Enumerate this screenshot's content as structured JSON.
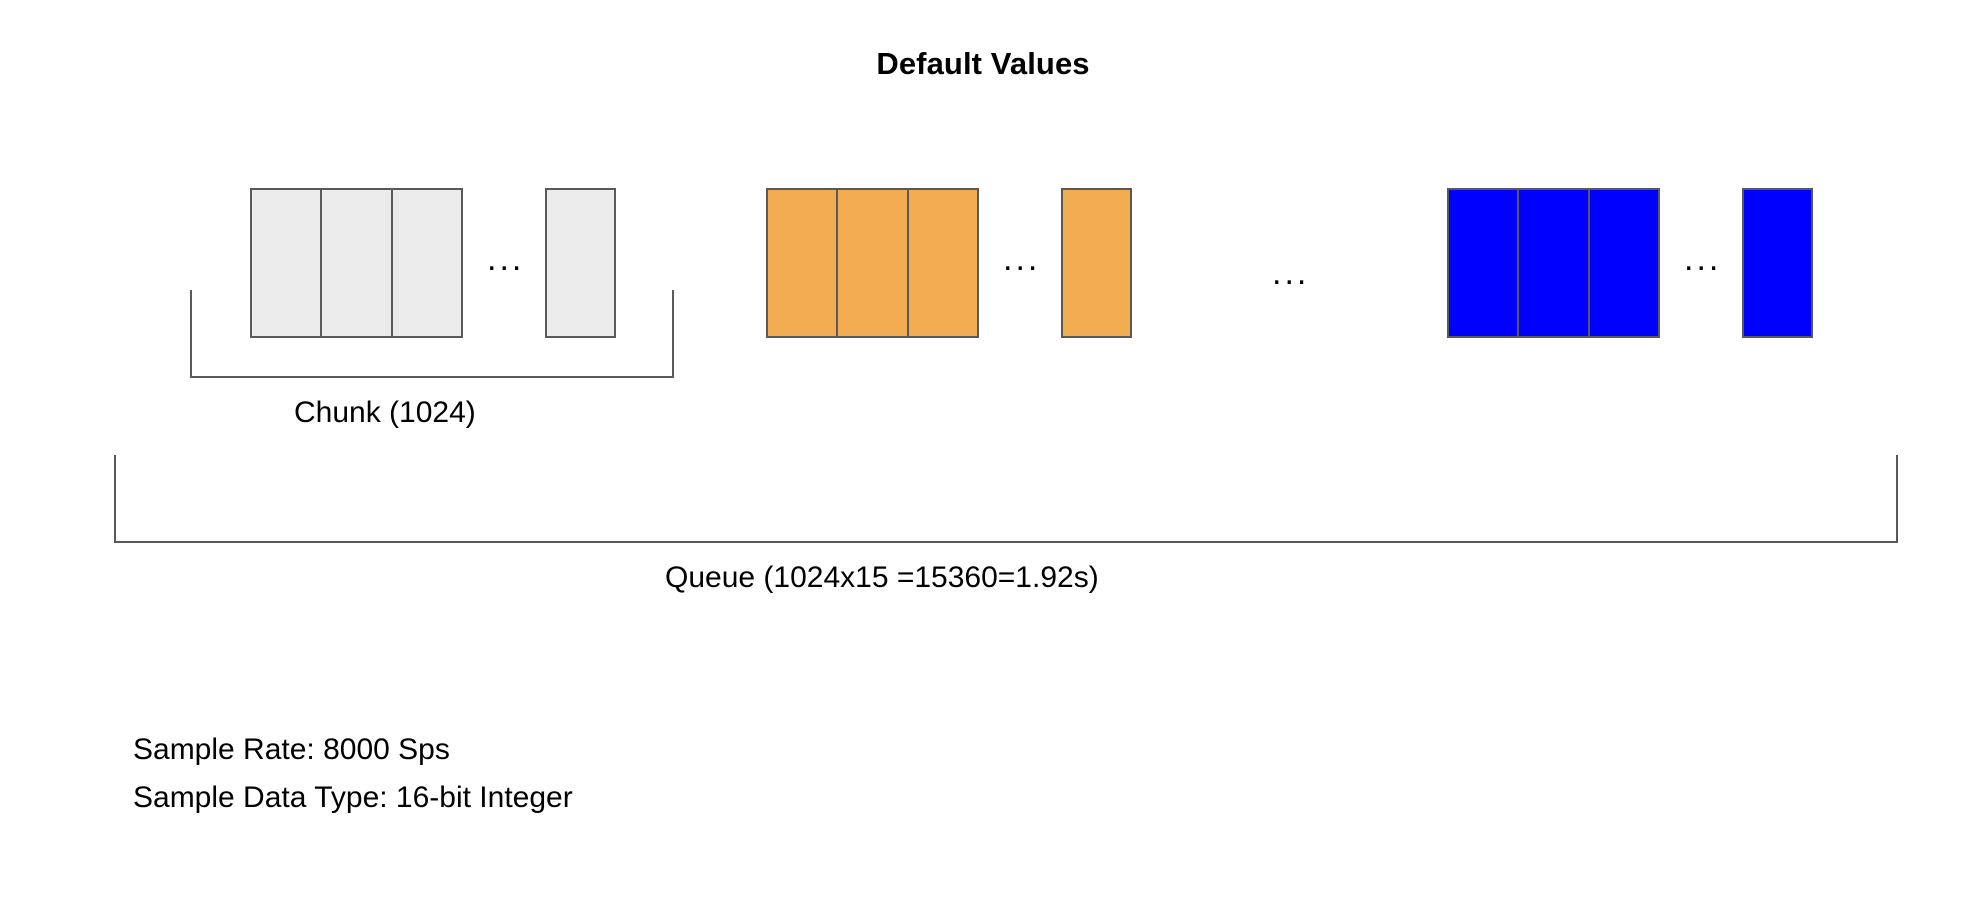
{
  "title": "Default Values",
  "diagram": {
    "groups": [
      {
        "name": "chunk-gray",
        "color": "#ececec",
        "run_blocks": 3,
        "trailing_blocks": 1,
        "ellipsis": "..."
      },
      {
        "name": "chunk-orange",
        "color": "#F2AD53",
        "run_blocks": 3,
        "trailing_blocks": 1,
        "ellipsis": "..."
      },
      {
        "name": "chunk-blue",
        "color": "#0000FF",
        "run_blocks": 3,
        "trailing_blocks": 1,
        "ellipsis": "..."
      }
    ],
    "between_groups_ellipsis": "...",
    "block_border_color": "#595959",
    "bracket_color": "#595959"
  },
  "labels": {
    "chunk": "Chunk (1024)",
    "queue": "Queue (1024x15 =15360=1.92s)"
  },
  "footnotes": [
    "Sample Rate: 8000 Sps",
    "Sample Data Type: 16-bit Integer"
  ],
  "values": {
    "chunk_size": 1024,
    "chunk_count": 15,
    "queue_samples": 15360,
    "queue_seconds": 1.92,
    "sample_rate": "8000 Sps",
    "sample_data_type": "16-bit Integer"
  }
}
